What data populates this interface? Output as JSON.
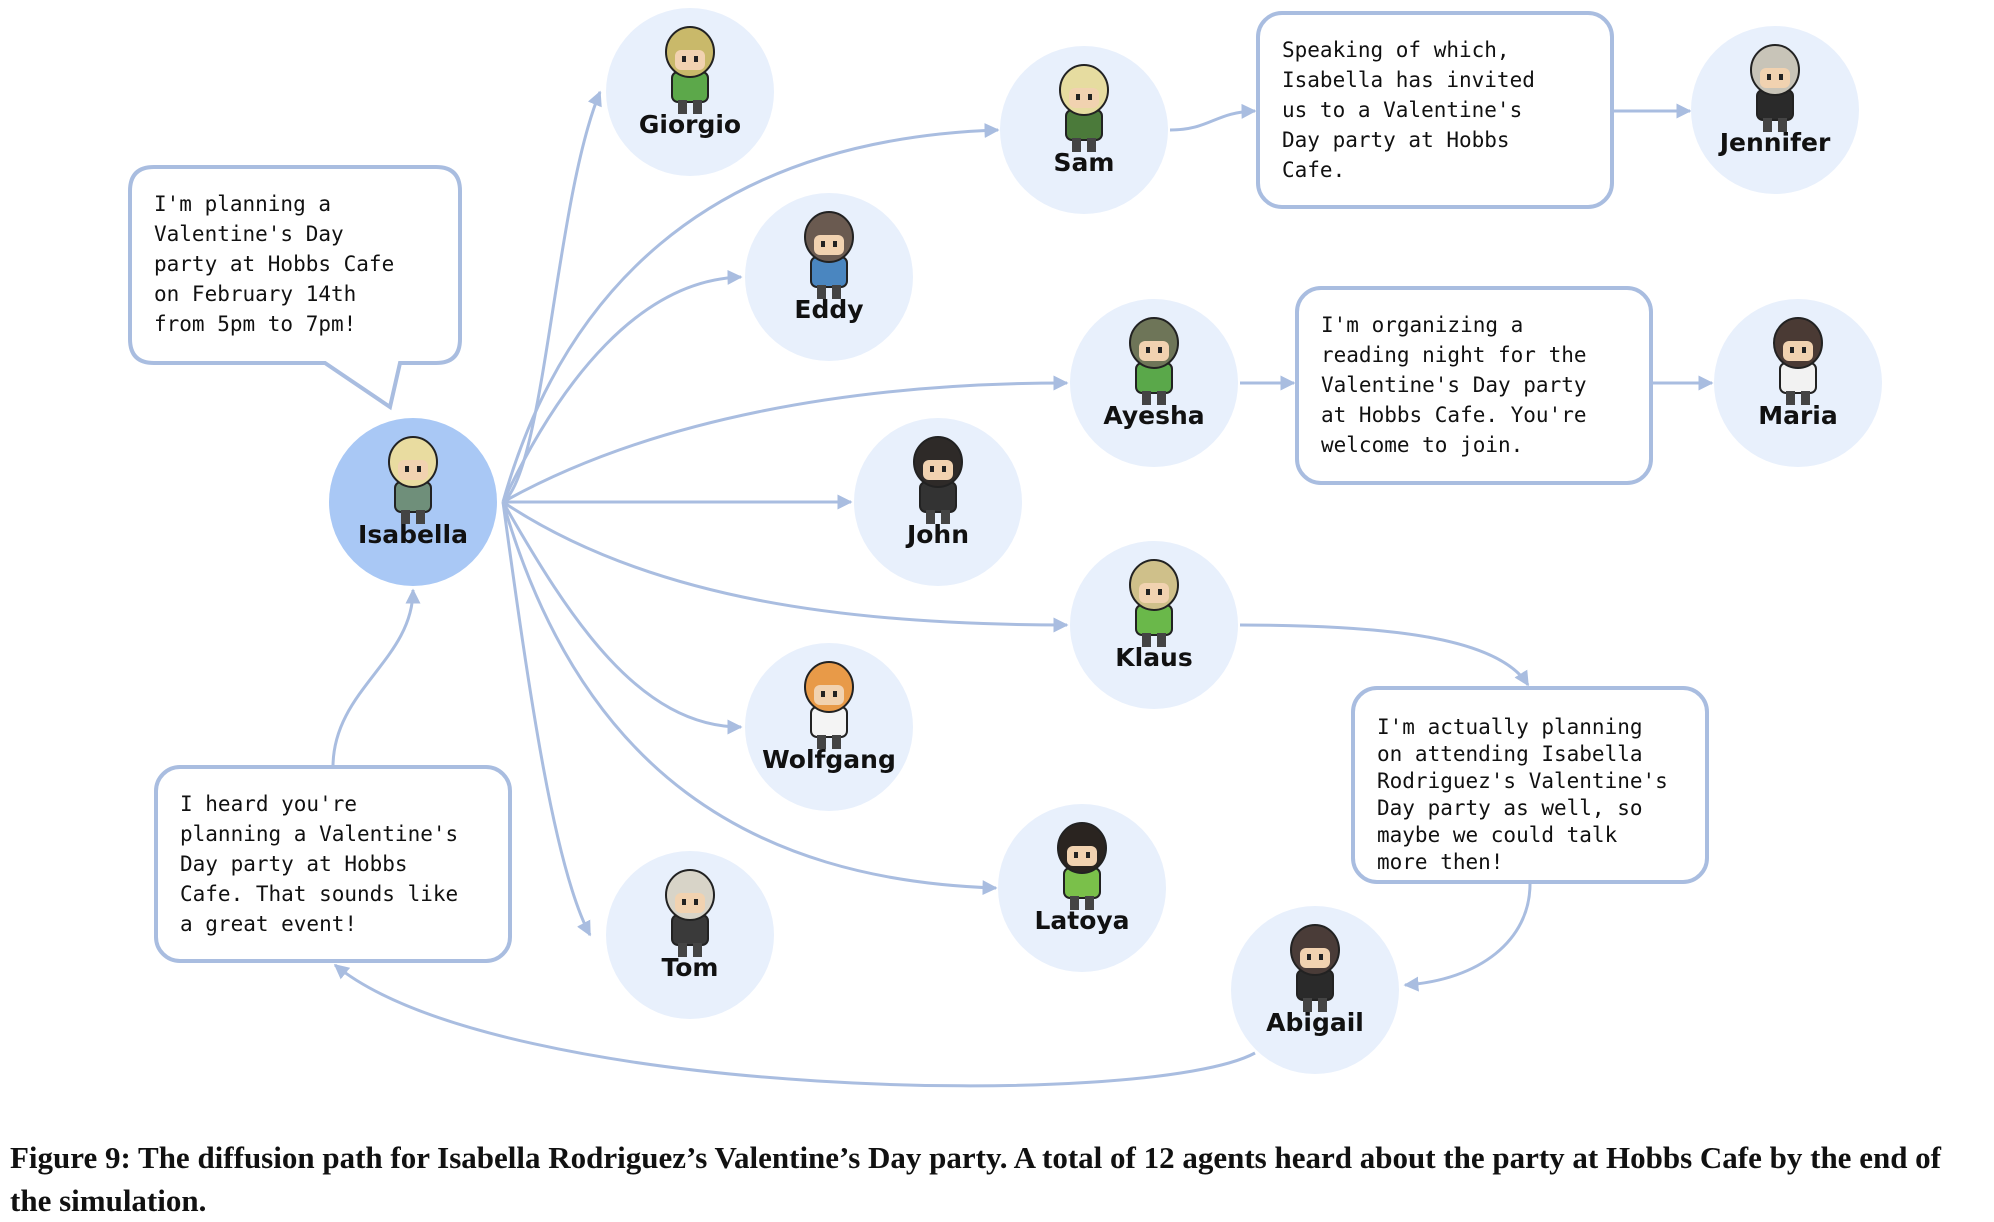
{
  "colors": {
    "edge": "#a9bde0",
    "node_fill": "#e8f0fc",
    "source_fill": "#a9c8f5"
  },
  "nodes": [
    {
      "id": "isabella",
      "name": "Isabella",
      "source": true,
      "hair": "#e9dca0",
      "shirt": "#6f8f7a"
    },
    {
      "id": "giorgio",
      "name": "Giorgio",
      "hair": "#c9b96a",
      "shirt": "#5ca84a"
    },
    {
      "id": "sam",
      "name": "Sam",
      "hair": "#e6dca0",
      "shirt": "#4b7a3a"
    },
    {
      "id": "jennifer",
      "name": "Jennifer",
      "hair": "#c8c4b8",
      "shirt": "#2a2a2a"
    },
    {
      "id": "eddy",
      "name": "Eddy",
      "hair": "#6a5a50",
      "shirt": "#4a86c0"
    },
    {
      "id": "ayesha",
      "name": "Ayesha",
      "hair": "#6e7558",
      "shirt": "#5aa84a"
    },
    {
      "id": "maria",
      "name": "Maria",
      "hair": "#4a3a34",
      "shirt": "#f2f2f2"
    },
    {
      "id": "john",
      "name": "John",
      "hair": "#2e2a28",
      "shirt": "#333333"
    },
    {
      "id": "klaus",
      "name": "Klaus",
      "hair": "#cfc08a",
      "shirt": "#6ab84a"
    },
    {
      "id": "wolfgang",
      "name": "Wolfgang",
      "hair": "#e89a48",
      "shirt": "#f4f4f4"
    },
    {
      "id": "latoya",
      "name": "Latoya",
      "hair": "#2a2420",
      "shirt": "#7ac04a"
    },
    {
      "id": "tom",
      "name": "Tom",
      "hair": "#d8d4c8",
      "shirt": "#3a3a3a"
    },
    {
      "id": "abigail",
      "name": "Abigail",
      "hair": "#4a3c38",
      "shirt": "#2a2a2a"
    }
  ],
  "bubbles": [
    {
      "id": "isabella-says",
      "lines": [
        "I'm planning a",
        "Valentine's Day",
        "party at Hobbs Cafe",
        "on February 14th",
        "from 5pm to 7pm!"
      ]
    },
    {
      "id": "sam-says",
      "lines": [
        "Speaking of which,",
        "Isabella has invited",
        "us to a Valentine's",
        "Day party at Hobbs",
        "Cafe."
      ]
    },
    {
      "id": "ayesha-says",
      "lines": [
        "I'm organizing a",
        "reading night for the",
        "Valentine's Day party",
        "at Hobbs Cafe. You're",
        "welcome to join."
      ]
    },
    {
      "id": "klaus-says",
      "lines": [
        "I'm actually planning",
        "on attending Isabella",
        "Rodriguez's Valentine's",
        "Day party as well, so",
        "maybe we could talk",
        "more then!"
      ]
    },
    {
      "id": "abigail-says",
      "lines": [
        "I heard you're",
        "planning a Valentine's",
        "Day party at Hobbs",
        "Cafe. That sounds like",
        "a great event!"
      ]
    }
  ],
  "caption": "Figure 9: The diffusion path for Isabella Rodriguez’s Valentine’s Day party. A total of 12 agents heard about the party at Hobbs Cafe by the end of the simulation."
}
